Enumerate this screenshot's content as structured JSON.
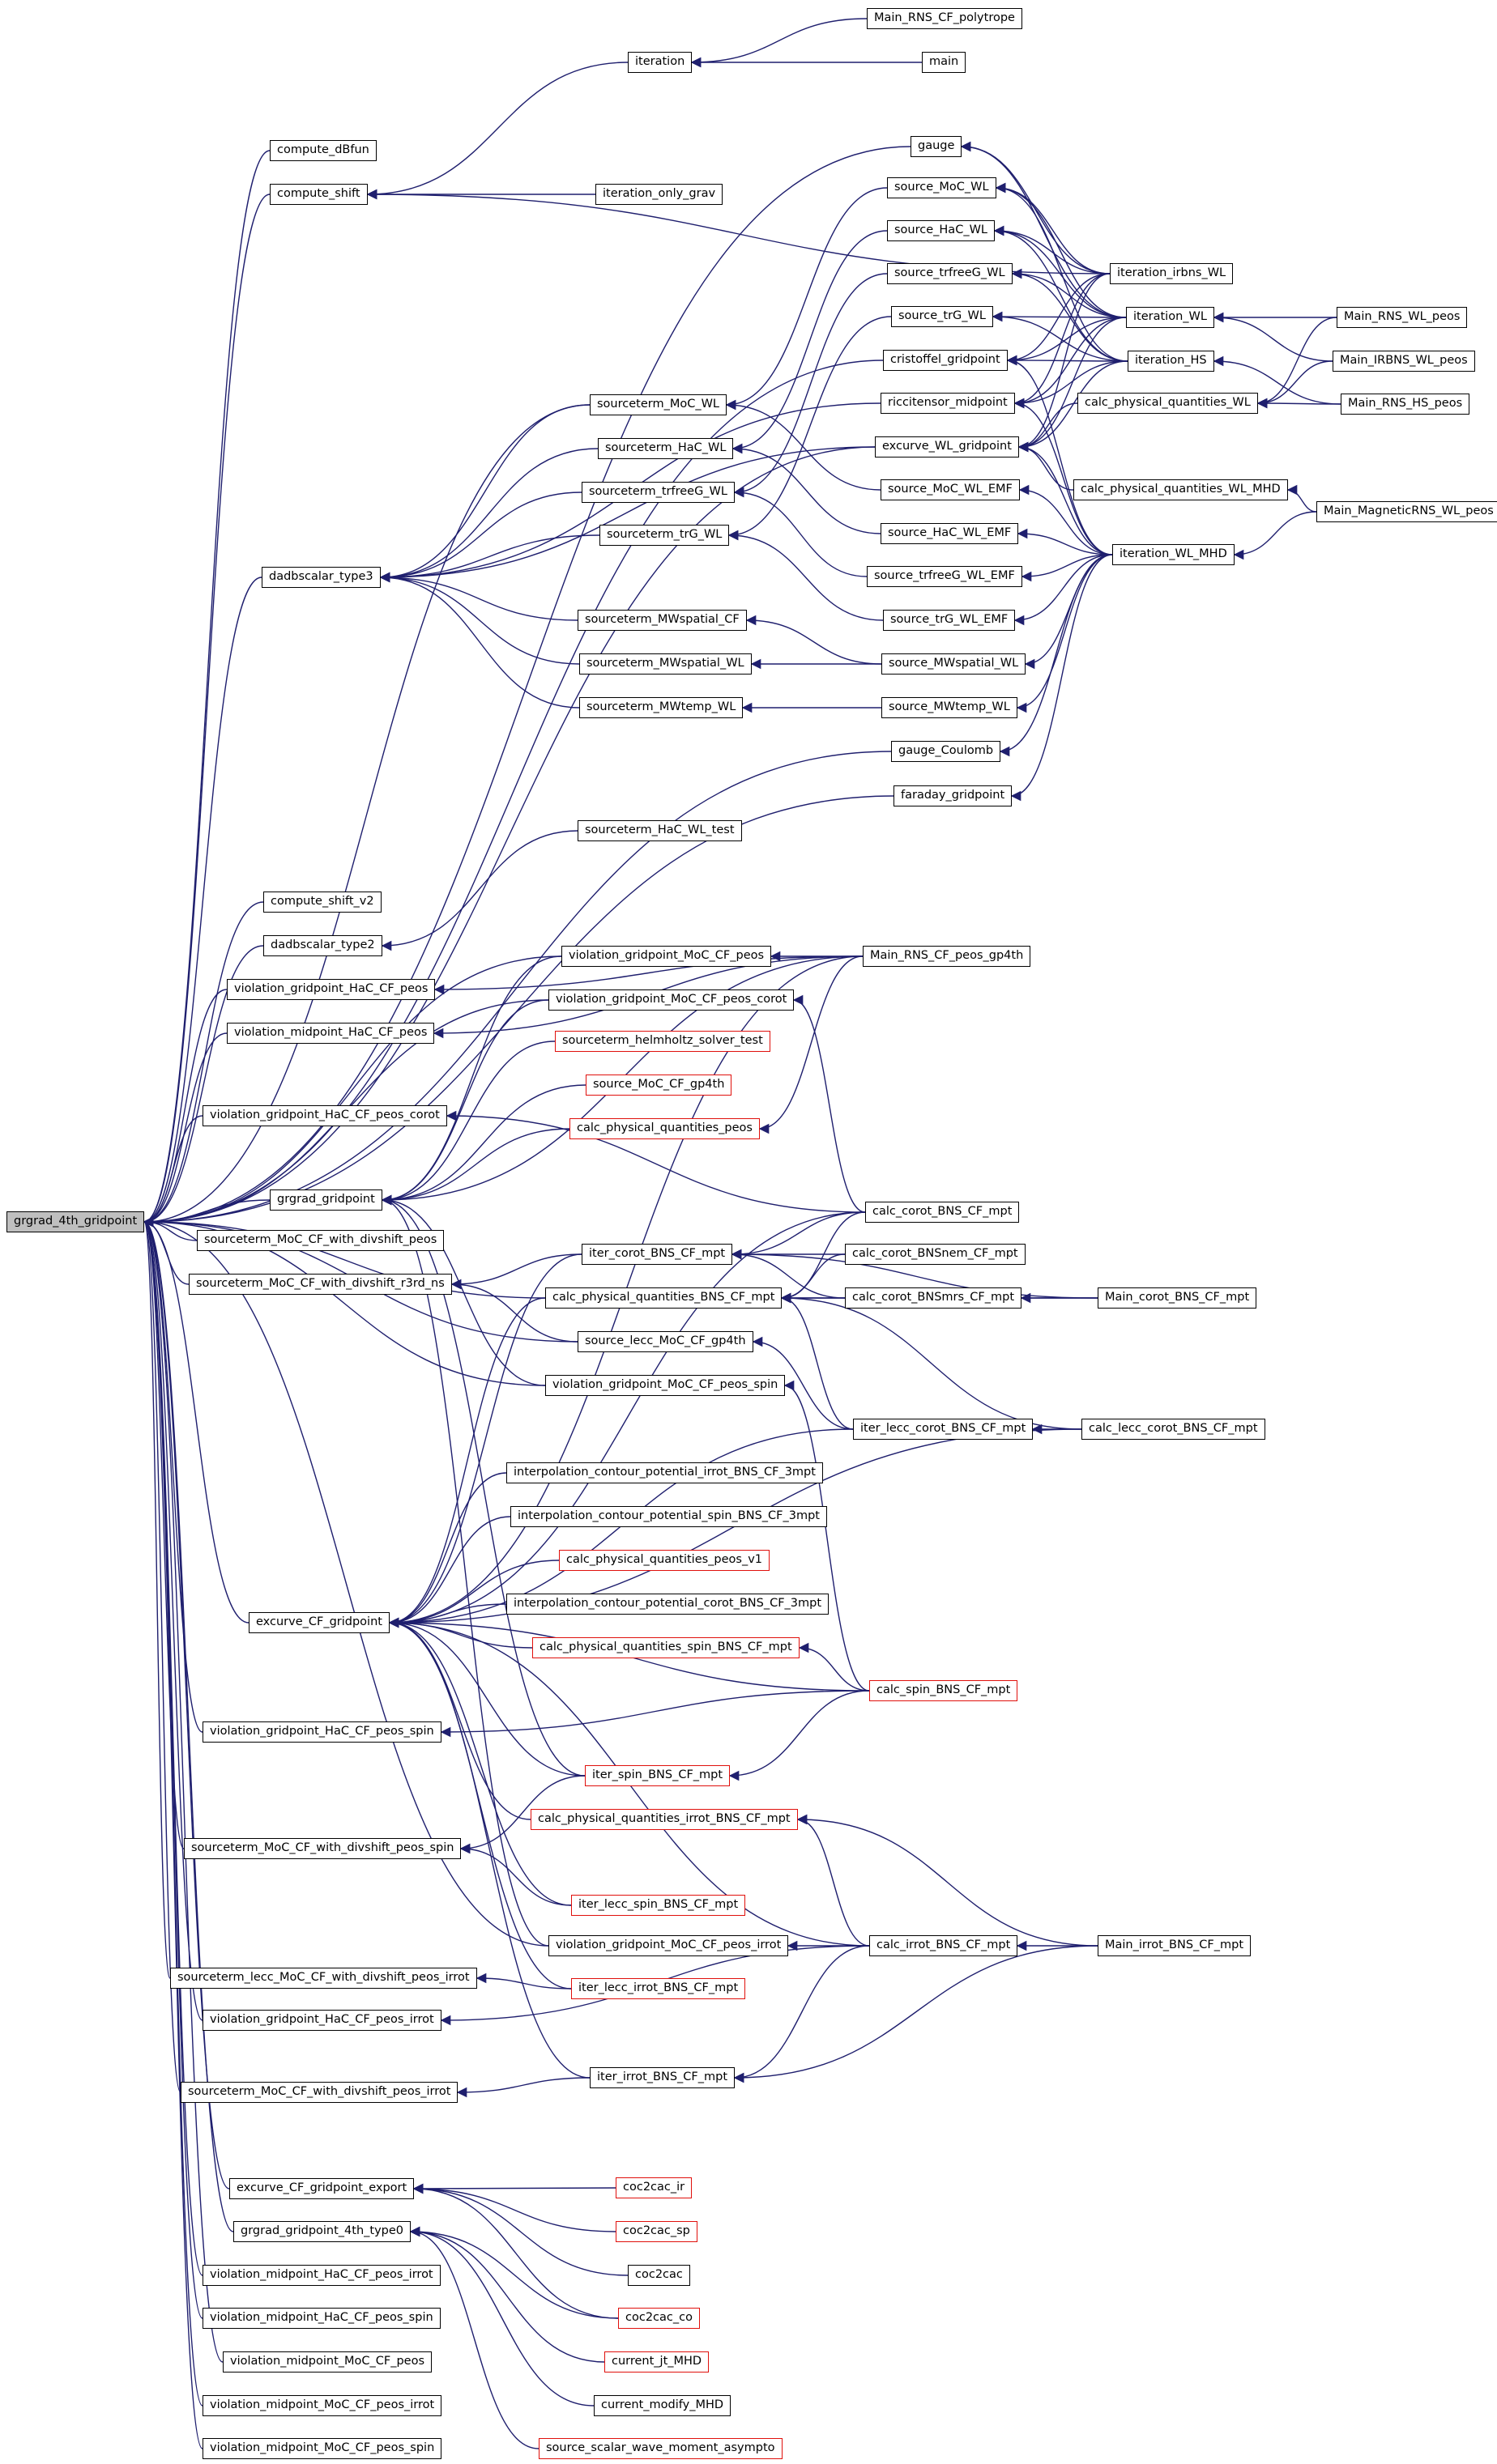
{
  "graph": {
    "edge_color": "#1f1f6e",
    "nodes": [
      {
        "id": "root",
        "label": "grgrad_4th_gridpoint",
        "style": "root"
      },
      {
        "id": "n1",
        "label": "compute_dBfun"
      },
      {
        "id": "n2",
        "label": "compute_shift"
      },
      {
        "id": "n3",
        "label": "dadbscalar_type3"
      },
      {
        "id": "n4",
        "label": "compute_shift_v2"
      },
      {
        "id": "n5",
        "label": "dadbscalar_type2"
      },
      {
        "id": "n6",
        "label": "violation_gridpoint_HaC_CF_peos"
      },
      {
        "id": "n7",
        "label": "violation_midpoint_HaC_CF_peos"
      },
      {
        "id": "n8",
        "label": "violation_gridpoint_HaC_CF_peos_corot"
      },
      {
        "id": "n9",
        "label": "grgrad_gridpoint"
      },
      {
        "id": "n10",
        "label": "sourceterm_MoC_CF_with_divshift_peos"
      },
      {
        "id": "n11",
        "label": "sourceterm_MoC_CF_with_divshift_r3rd_ns"
      },
      {
        "id": "n12",
        "label": "excurve_CF_gridpoint"
      },
      {
        "id": "n13",
        "label": "violation_gridpoint_HaC_CF_peos_spin"
      },
      {
        "id": "n14",
        "label": "sourceterm_MoC_CF_with_divshift_peos_spin"
      },
      {
        "id": "n15",
        "label": "sourceterm_lecc_MoC_CF_with_divshift_peos_irrot"
      },
      {
        "id": "n16",
        "label": "violation_gridpoint_HaC_CF_peos_irrot"
      },
      {
        "id": "n17",
        "label": "sourceterm_MoC_CF_with_divshift_peos_irrot"
      },
      {
        "id": "n18",
        "label": "excurve_CF_gridpoint_export"
      },
      {
        "id": "n19",
        "label": "grgrad_gridpoint_4th_type0"
      },
      {
        "id": "n20",
        "label": "violation_midpoint_HaC_CF_peos_irrot"
      },
      {
        "id": "n21",
        "label": "violation_midpoint_HaC_CF_peos_spin"
      },
      {
        "id": "n22",
        "label": "violation_midpoint_MoC_CF_peos"
      },
      {
        "id": "n23",
        "label": "violation_midpoint_MoC_CF_peos_irrot"
      },
      {
        "id": "n24",
        "label": "violation_midpoint_MoC_CF_peos_spin"
      },
      {
        "id": "n25",
        "label": "iteration"
      },
      {
        "id": "n26",
        "label": "iteration_only_grav"
      },
      {
        "id": "n27",
        "label": "Main_RNS_CF_polytrope"
      },
      {
        "id": "n28",
        "label": "main"
      },
      {
        "id": "n29",
        "label": "gauge"
      },
      {
        "id": "n30",
        "label": "source_MoC_WL"
      },
      {
        "id": "n31",
        "label": "source_HaC_WL"
      },
      {
        "id": "n32",
        "label": "source_trfreeG_WL"
      },
      {
        "id": "n33",
        "label": "source_trG_WL"
      },
      {
        "id": "n34",
        "label": "cristoffel_gridpoint"
      },
      {
        "id": "n35",
        "label": "riccitensor_midpoint"
      },
      {
        "id": "n36",
        "label": "excurve_WL_gridpoint"
      },
      {
        "id": "n37",
        "label": "source_MoC_WL_EMF"
      },
      {
        "id": "n38",
        "label": "source_HaC_WL_EMF"
      },
      {
        "id": "n39",
        "label": "source_trfreeG_WL_EMF"
      },
      {
        "id": "n40",
        "label": "source_trG_WL_EMF"
      },
      {
        "id": "n41",
        "label": "source_MWspatial_WL"
      },
      {
        "id": "n42",
        "label": "source_MWtemp_WL"
      },
      {
        "id": "n43",
        "label": "gauge_Coulomb"
      },
      {
        "id": "n44",
        "label": "faraday_gridpoint"
      },
      {
        "id": "n45",
        "label": "iteration_irbns_WL"
      },
      {
        "id": "n46",
        "label": "iteration_WL"
      },
      {
        "id": "n47",
        "label": "iteration_HS"
      },
      {
        "id": "n48",
        "label": "calc_physical_quantities_WL"
      },
      {
        "id": "n49",
        "label": "calc_physical_quantities_WL_MHD"
      },
      {
        "id": "n50",
        "label": "iteration_WL_MHD"
      },
      {
        "id": "n51",
        "label": "Main_RNS_WL_peos"
      },
      {
        "id": "n52",
        "label": "Main_IRBNS_WL_peos"
      },
      {
        "id": "n53",
        "label": "Main_RNS_HS_peos"
      },
      {
        "id": "n54",
        "label": "Main_MagneticRNS_WL_peos"
      },
      {
        "id": "n55",
        "label": "sourceterm_MoC_WL"
      },
      {
        "id": "n56",
        "label": "sourceterm_HaC_WL"
      },
      {
        "id": "n57",
        "label": "sourceterm_trfreeG_WL"
      },
      {
        "id": "n58",
        "label": "sourceterm_trG_WL"
      },
      {
        "id": "n59",
        "label": "sourceterm_MWspatial_CF"
      },
      {
        "id": "n60",
        "label": "sourceterm_MWspatial_WL"
      },
      {
        "id": "n61",
        "label": "sourceterm_MWtemp_WL"
      },
      {
        "id": "n62",
        "label": "sourceterm_HaC_WL_test"
      },
      {
        "id": "n63",
        "label": "violation_gridpoint_MoC_CF_peos"
      },
      {
        "id": "n64",
        "label": "Main_RNS_CF_peos_gp4th"
      },
      {
        "id": "n65",
        "label": "violation_gridpoint_MoC_CF_peos_corot"
      },
      {
        "id": "n66",
        "label": "sourceterm_helmholtz_solver_test",
        "style": "red"
      },
      {
        "id": "n67",
        "label": "source_MoC_CF_gp4th",
        "style": "red"
      },
      {
        "id": "n68",
        "label": "calc_physical_quantities_peos",
        "style": "red"
      },
      {
        "id": "n69",
        "label": "calc_corot_BNS_CF_mpt"
      },
      {
        "id": "n70",
        "label": "iter_corot_BNS_CF_mpt"
      },
      {
        "id": "n71",
        "label": "calc_corot_BNSnem_CF_mpt"
      },
      {
        "id": "n72",
        "label": "calc_physical_quantities_BNS_CF_mpt"
      },
      {
        "id": "n73",
        "label": "calc_corot_BNSmrs_CF_mpt"
      },
      {
        "id": "n74",
        "label": "Main_corot_BNS_CF_mpt"
      },
      {
        "id": "n75",
        "label": "source_lecc_MoC_CF_gp4th"
      },
      {
        "id": "n76",
        "label": "violation_gridpoint_MoC_CF_peos_spin"
      },
      {
        "id": "n77",
        "label": "iter_lecc_corot_BNS_CF_mpt"
      },
      {
        "id": "n78",
        "label": "calc_lecc_corot_BNS_CF_mpt"
      },
      {
        "id": "n79",
        "label": "interpolation_contour_potential_irrot_BNS_CF_3mpt"
      },
      {
        "id": "n80",
        "label": "interpolation_contour_potential_spin_BNS_CF_3mpt"
      },
      {
        "id": "n81",
        "label": "calc_physical_quantities_peos_v1",
        "style": "red"
      },
      {
        "id": "n82",
        "label": "interpolation_contour_potential_corot_BNS_CF_3mpt"
      },
      {
        "id": "n83",
        "label": "calc_physical_quantities_spin_BNS_CF_mpt",
        "style": "red"
      },
      {
        "id": "n84",
        "label": "calc_spin_BNS_CF_mpt",
        "style": "red"
      },
      {
        "id": "n85",
        "label": "iter_spin_BNS_CF_mpt",
        "style": "red"
      },
      {
        "id": "n86",
        "label": "calc_physical_quantities_irrot_BNS_CF_mpt",
        "style": "red"
      },
      {
        "id": "n87",
        "label": "iter_lecc_spin_BNS_CF_mpt",
        "style": "red"
      },
      {
        "id": "n88",
        "label": "violation_gridpoint_MoC_CF_peos_irrot"
      },
      {
        "id": "n89",
        "label": "calc_irrot_BNS_CF_mpt"
      },
      {
        "id": "n90",
        "label": "Main_irrot_BNS_CF_mpt"
      },
      {
        "id": "n91",
        "label": "iter_lecc_irrot_BNS_CF_mpt",
        "style": "red"
      },
      {
        "id": "n92",
        "label": "iter_irrot_BNS_CF_mpt"
      },
      {
        "id": "n93",
        "label": "coc2cac_ir",
        "style": "red"
      },
      {
        "id": "n94",
        "label": "coc2cac_sp",
        "style": "red"
      },
      {
        "id": "n95",
        "label": "coc2cac"
      },
      {
        "id": "n96",
        "label": "coc2cac_co",
        "style": "red"
      },
      {
        "id": "n97",
        "label": "current_jt_MHD",
        "style": "red"
      },
      {
        "id": "n98",
        "label": "current_modify_MHD"
      },
      {
        "id": "n99",
        "label": "source_scalar_wave_moment_asympto",
        "style": "red"
      }
    ],
    "edges": [
      [
        "n1",
        "root"
      ],
      [
        "n2",
        "root"
      ],
      [
        "n3",
        "root"
      ],
      [
        "n4",
        "root"
      ],
      [
        "n5",
        "root"
      ],
      [
        "n6",
        "root"
      ],
      [
        "n7",
        "root"
      ],
      [
        "n8",
        "root"
      ],
      [
        "n9",
        "root"
      ],
      [
        "n10",
        "root"
      ],
      [
        "n11",
        "root"
      ],
      [
        "n12",
        "root"
      ],
      [
        "n13",
        "root"
      ],
      [
        "n14",
        "root"
      ],
      [
        "n15",
        "root"
      ],
      [
        "n16",
        "root"
      ],
      [
        "n17",
        "root"
      ],
      [
        "n18",
        "root"
      ],
      [
        "n19",
        "root"
      ],
      [
        "n20",
        "root"
      ],
      [
        "n21",
        "root"
      ],
      [
        "n22",
        "root"
      ],
      [
        "n23",
        "root"
      ],
      [
        "n24",
        "root"
      ],
      [
        "n29",
        "root"
      ],
      [
        "n34",
        "root"
      ],
      [
        "n36",
        "root"
      ],
      [
        "n43",
        "root"
      ],
      [
        "n44",
        "root"
      ],
      [
        "n55",
        "root"
      ],
      [
        "n63",
        "root"
      ],
      [
        "n65",
        "root"
      ],
      [
        "n76",
        "root"
      ],
      [
        "n88",
        "root"
      ],
      [
        "n72",
        "root"
      ],
      [
        "n75",
        "root"
      ],
      [
        "n25",
        "n2"
      ],
      [
        "n26",
        "n2"
      ],
      [
        "n45",
        "n2"
      ],
      [
        "n27",
        "n25"
      ],
      [
        "n28",
        "n25"
      ],
      [
        "n55",
        "n3"
      ],
      [
        "n56",
        "n3"
      ],
      [
        "n57",
        "n3"
      ],
      [
        "n58",
        "n3"
      ],
      [
        "n59",
        "n3"
      ],
      [
        "n60",
        "n3"
      ],
      [
        "n61",
        "n3"
      ],
      [
        "n35",
        "n3"
      ],
      [
        "n36",
        "n3"
      ],
      [
        "n62",
        "n5"
      ],
      [
        "n64",
        "n6"
      ],
      [
        "n64",
        "n7"
      ],
      [
        "n69",
        "n8"
      ],
      [
        "n63",
        "n9"
      ],
      [
        "n65",
        "n9"
      ],
      [
        "n66",
        "n9"
      ],
      [
        "n67",
        "n9"
      ],
      [
        "n68",
        "n9"
      ],
      [
        "n76",
        "n9"
      ],
      [
        "n64",
        "n9"
      ],
      [
        "n85",
        "n9"
      ],
      [
        "n88",
        "n9"
      ],
      [
        "n70",
        "n11"
      ],
      [
        "n75",
        "n11"
      ],
      [
        "n79",
        "n12"
      ],
      [
        "n80",
        "n12"
      ],
      [
        "n81",
        "n12"
      ],
      [
        "n82",
        "n12"
      ],
      [
        "n83",
        "n12"
      ],
      [
        "n84",
        "n12"
      ],
      [
        "n85",
        "n12"
      ],
      [
        "n86",
        "n12"
      ],
      [
        "n87",
        "n12"
      ],
      [
        "n91",
        "n12"
      ],
      [
        "n92",
        "n12"
      ],
      [
        "n69",
        "n12"
      ],
      [
        "n70",
        "n12"
      ],
      [
        "n72",
        "n12"
      ],
      [
        "n77",
        "n12"
      ],
      [
        "n78",
        "n12"
      ],
      [
        "n89",
        "n12"
      ],
      [
        "n64",
        "n12"
      ],
      [
        "n84",
        "n13"
      ],
      [
        "n85",
        "n14"
      ],
      [
        "n87",
        "n14"
      ],
      [
        "n91",
        "n15"
      ],
      [
        "n89",
        "n16"
      ],
      [
        "n92",
        "n17"
      ],
      [
        "n93",
        "n18"
      ],
      [
        "n94",
        "n18"
      ],
      [
        "n95",
        "n18"
      ],
      [
        "n96",
        "n18"
      ],
      [
        "n97",
        "n19"
      ],
      [
        "n98",
        "n19"
      ],
      [
        "n99",
        "n19"
      ],
      [
        "n96",
        "n19"
      ],
      [
        "n30",
        "n55"
      ],
      [
        "n37",
        "n55"
      ],
      [
        "n31",
        "n56"
      ],
      [
        "n38",
        "n56"
      ],
      [
        "n32",
        "n57"
      ],
      [
        "n39",
        "n57"
      ],
      [
        "n33",
        "n58"
      ],
      [
        "n40",
        "n58"
      ],
      [
        "n41",
        "n59"
      ],
      [
        "n41",
        "n60"
      ],
      [
        "n42",
        "n61"
      ],
      [
        "n45",
        "n29"
      ],
      [
        "n46",
        "n29"
      ],
      [
        "n45",
        "n30"
      ],
      [
        "n46",
        "n30"
      ],
      [
        "n47",
        "n30"
      ],
      [
        "n45",
        "n31"
      ],
      [
        "n46",
        "n31"
      ],
      [
        "n47",
        "n31"
      ],
      [
        "n46",
        "n32"
      ],
      [
        "n47",
        "n32"
      ],
      [
        "n46",
        "n33"
      ],
      [
        "n47",
        "n33"
      ],
      [
        "n45",
        "n34"
      ],
      [
        "n46",
        "n34"
      ],
      [
        "n47",
        "n34"
      ],
      [
        "n50",
        "n34"
      ],
      [
        "n45",
        "n35"
      ],
      [
        "n46",
        "n35"
      ],
      [
        "n47",
        "n35"
      ],
      [
        "n50",
        "n35"
      ],
      [
        "n45",
        "n36"
      ],
      [
        "n46",
        "n36"
      ],
      [
        "n47",
        "n36"
      ],
      [
        "n48",
        "n36"
      ],
      [
        "n49",
        "n36"
      ],
      [
        "n50",
        "n36"
      ],
      [
        "n50",
        "n37"
      ],
      [
        "n50",
        "n38"
      ],
      [
        "n50",
        "n39"
      ],
      [
        "n50",
        "n40"
      ],
      [
        "n50",
        "n41"
      ],
      [
        "n50",
        "n42"
      ],
      [
        "n50",
        "n43"
      ],
      [
        "n50",
        "n44"
      ],
      [
        "n51",
        "n46"
      ],
      [
        "n52",
        "n46"
      ],
      [
        "n53",
        "n47"
      ],
      [
        "n51",
        "n48"
      ],
      [
        "n52",
        "n48"
      ],
      [
        "n53",
        "n48"
      ],
      [
        "n54",
        "n49"
      ],
      [
        "n54",
        "n50"
      ],
      [
        "n64",
        "n63"
      ],
      [
        "n69",
        "n65"
      ],
      [
        "n64",
        "n68"
      ],
      [
        "n69",
        "n70"
      ],
      [
        "n71",
        "n70"
      ],
      [
        "n73",
        "n70"
      ],
      [
        "n74",
        "n70"
      ],
      [
        "n69",
        "n72"
      ],
      [
        "n71",
        "n72"
      ],
      [
        "n73",
        "n72"
      ],
      [
        "n74",
        "n72"
      ],
      [
        "n77",
        "n72"
      ],
      [
        "n78",
        "n72"
      ],
      [
        "n74",
        "n73"
      ],
      [
        "n77",
        "n75"
      ],
      [
        "n78",
        "n77"
      ],
      [
        "n84",
        "n76"
      ],
      [
        "n84",
        "n83"
      ],
      [
        "n84",
        "n85"
      ],
      [
        "n89",
        "n86"
      ],
      [
        "n90",
        "n86"
      ],
      [
        "n89",
        "n88"
      ],
      [
        "n90",
        "n89"
      ],
      [
        "n89",
        "n92"
      ],
      [
        "n90",
        "n92"
      ]
    ]
  }
}
